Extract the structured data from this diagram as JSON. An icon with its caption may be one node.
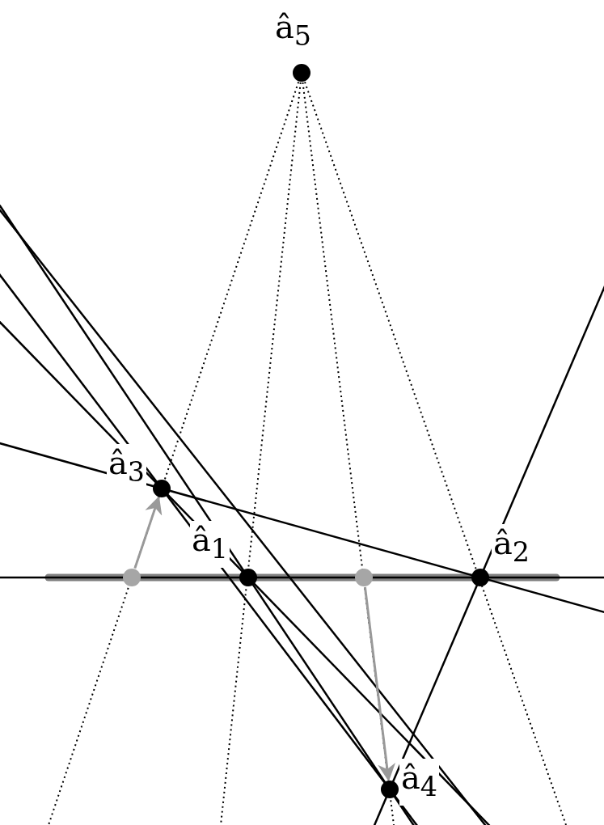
{
  "diagram": {
    "nodes": [
      {
        "text": [
          "â$_{5}$"
        ]
      },
      {
        "text": [
          "â$_{3}$"
        ]
      },
      {
        "text": [],
        "shape": "circle"
      },
      {
        "text": [
          "â$_{1}$"
        ]
      },
      {
        "text": [],
        "shape": "circle"
      },
      {
        "text": [
          "â$_{2}$"
        ]
      },
      {
        "text": [
          "â$_{4}$"
        ]
      }
    ],
    "edges": [
      {
        "from": 2,
        "to": 1,
        "arrow": "to"
      },
      {
        "from": 4,
        "to": 6,
        "arrow": "to"
      }
    ]
  }
}
